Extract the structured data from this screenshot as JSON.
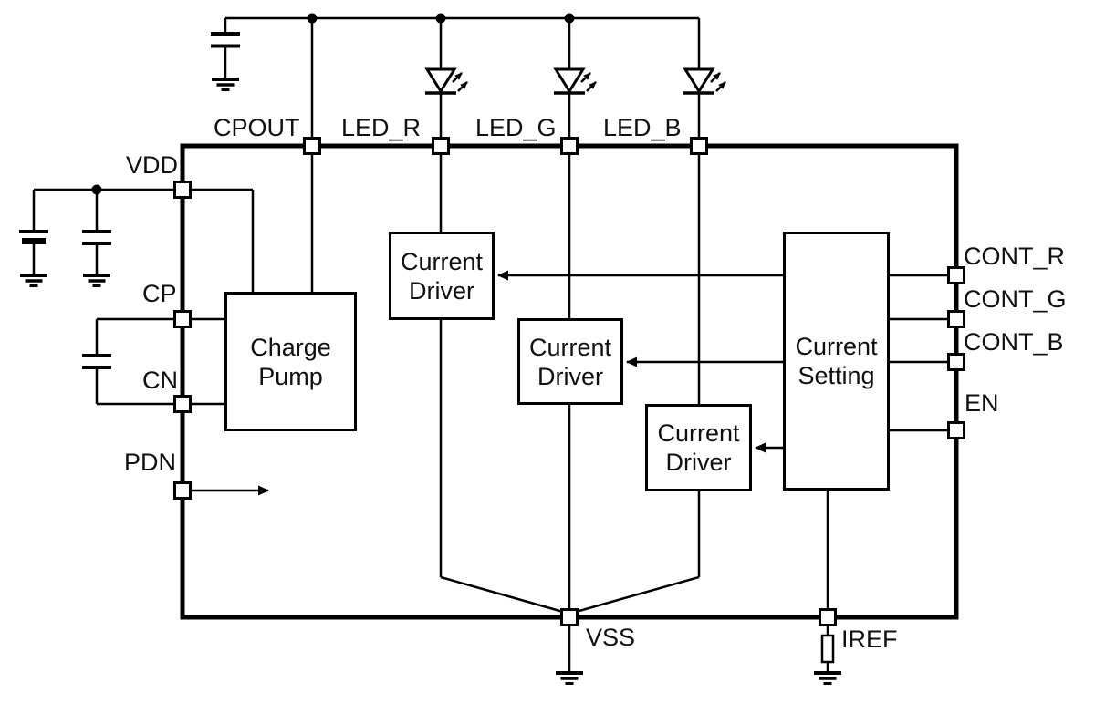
{
  "diagram": {
    "kind": "block-diagram",
    "description_visible_text_only": true,
    "background_color": "#ffffff",
    "line_color": "#000000",
    "text_color": "#101014"
  },
  "blocks": {
    "charge_pump": {
      "line1": "Charge",
      "line2": "Pump"
    },
    "current_driver": {
      "line1": "Current",
      "line2": "Driver"
    },
    "current_setting": {
      "line1": "Current",
      "line2": "Setting"
    }
  },
  "pin_labels": {
    "cpout": "CPOUT",
    "led_r": "LED_R",
    "led_g": "LED_G",
    "led_b": "LED_B",
    "vdd": "VDD",
    "cp": "CP",
    "cn": "CN",
    "pdn": "PDN",
    "cont_r": "CONT_R",
    "cont_g": "CONT_G",
    "cont_b": "CONT_B",
    "en": "EN",
    "vss": "VSS",
    "iref": "IREF"
  },
  "components": {
    "capacitors": [
      "cpout-output-capacitor",
      "vdd-input-capacitor-polarized",
      "vdd-input-capacitor",
      "flying-capacitor"
    ],
    "leds": [
      "red-led",
      "green-led",
      "blue-led"
    ],
    "resistors": [
      "iref-resistor"
    ],
    "ground_symbols": 5
  }
}
